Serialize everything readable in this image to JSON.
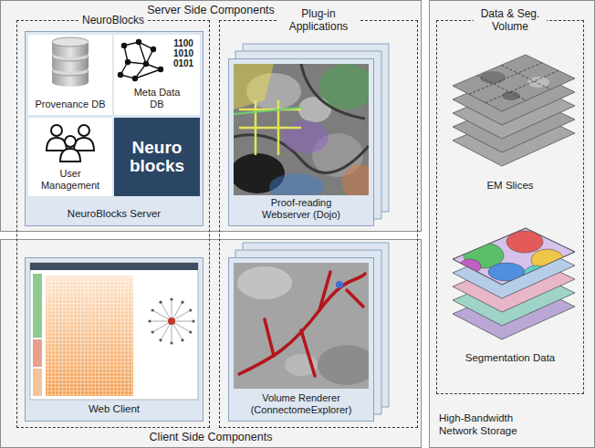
{
  "diagram": {
    "nodes": [
      {
        "text": [
          "Server Side Components"
        ]
      },
      {
        "text": [
          "NeuroBlocks"
        ]
      },
      {
        "text": [
          "NeuroBlocks Server"
        ],
        "in": 1
      },
      {
        "text": [
          "Provenance DB"
        ],
        "in": 2
      },
      {
        "text": [
          "Meta Data DB"
        ],
        "in": 2
      },
      {
        "text": [
          "User Management"
        ],
        "in": 2
      },
      {
        "text": [
          "Neuro blocks"
        ],
        "in": 2
      },
      {
        "text": [
          "Plug-in Applications"
        ]
      },
      {
        "text": [
          "Proof-reading Webserver (Dojo)"
        ],
        "in": 7
      },
      {
        "text": [
          "High-Bandwidth Network Storage"
        ]
      },
      {
        "text": [
          "Data & Seg. Volume"
        ],
        "in": 9
      },
      {
        "text": [
          "Client Side Components"
        ]
      },
      {
        "text": [
          "Web Client"
        ],
        "in": 1
      },
      {
        "text": [
          "Volume Renderer (ConnectomeExplorer)"
        ],
        "in": 7
      }
    ],
    "labels": [
      "1100 1010 0101",
      "EM Slices",
      "Segmentation Data"
    ]
  }
}
